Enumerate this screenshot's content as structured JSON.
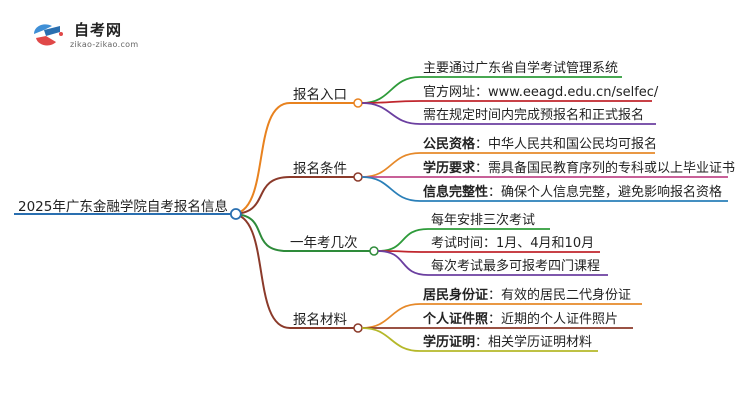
{
  "logo": {
    "name": "自考网",
    "url": "zikao-zikao.com",
    "icon": "graduation-cap-icon"
  },
  "root": {
    "label": "2025年广东金融学院自考报名信息",
    "color": "#2a6fb0"
  },
  "branches": [
    {
      "label": "报名入口",
      "color": "#e8821f",
      "leaves": [
        {
          "key": "",
          "text": "主要通过广东省自学考试管理系统",
          "color": "#2e9b3a"
        },
        {
          "key": "",
          "text": "官方网址：www.eeagd.edu.cn/selfec/",
          "color": "#c0262d"
        },
        {
          "key": "",
          "text": "需在规定时间内完成预报名和正式报名",
          "color": "#6b3fa0"
        }
      ]
    },
    {
      "label": "报名条件",
      "color": "#8b3a2a",
      "leaves": [
        {
          "key": "公民资格",
          "text": "：中华人民共和国公民均可报名",
          "color": "#e6892a"
        },
        {
          "key": "学历要求",
          "text": "：需具备国民教育序列的专科或以上毕业证书",
          "color": "#c04a8a"
        },
        {
          "key": "信息完整性",
          "text": "：确保个人信息完整，避免影响报名资格",
          "color": "#2a7fb8"
        }
      ]
    },
    {
      "label": "一年考几次",
      "color": "#2e8b3a",
      "leaves": [
        {
          "key": "",
          "text": "每年安排三次考试",
          "color": "#2e9b3a"
        },
        {
          "key": "",
          "text": "考试时间：1月、4月和10月",
          "color": "#c0262d"
        },
        {
          "key": "",
          "text": "每次考试最多可报考四门课程",
          "color": "#6b3fa0"
        }
      ]
    },
    {
      "label": "报名材料",
      "color": "#8b3a2a",
      "leaves": [
        {
          "key": "居民身份证",
          "text": "：有效的居民二代身份证",
          "color": "#e6892a"
        },
        {
          "key": "个人证件照",
          "text": "：近期的个人证件照片",
          "color": "#8b3a2a"
        },
        {
          "key": "学历证明",
          "text": "：相关学历证明材料",
          "color": "#b5b82a"
        }
      ]
    }
  ]
}
